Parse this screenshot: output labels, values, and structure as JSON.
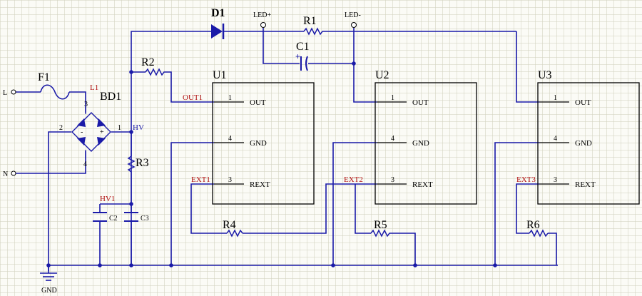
{
  "components": {
    "d1": "D1",
    "r1": "R1",
    "c1": "C1",
    "r2": "R2",
    "f1": "F1",
    "bd1": "BD1",
    "r3": "R3",
    "c2": "C2",
    "c3": "C3",
    "r4": "R4",
    "r5": "R5",
    "r6": "R6",
    "u1": "U1",
    "u2": "U2",
    "u3": "U3"
  },
  "nets": {
    "led_plus": "LED+",
    "led_minus": "LED-",
    "hv": "HV",
    "hv1": "HV1",
    "l1": "L1",
    "out1": "OUT1",
    "ext1": "EXT1",
    "ext2": "EXT2",
    "ext3": "EXT3",
    "gnd": "GND",
    "l_in": "L",
    "n_in": "N"
  },
  "ic_pins": {
    "out_label": "OUT",
    "gnd_label": "GND",
    "rext_label": "REXT",
    "out_num": "1",
    "gnd_num": "4",
    "rext_num": "3"
  },
  "bridge_pins": {
    "p1": "1",
    "p2": "2",
    "p3": "3",
    "p4": "4",
    "plus": "+",
    "minus": "-"
  },
  "c1_polarity": "+"
}
